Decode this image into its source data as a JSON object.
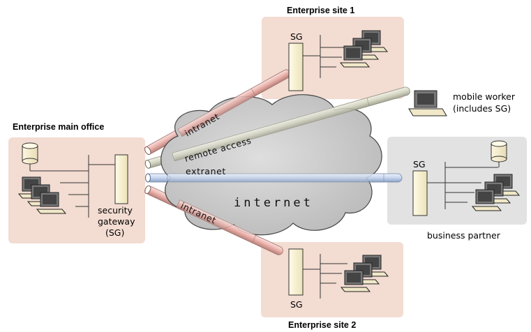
{
  "sites": {
    "main_office": {
      "title": "Enterprise main office",
      "gateway_lines": [
        "security",
        "gateway",
        "(SG)"
      ]
    },
    "site1": {
      "title": "Enterprise site 1",
      "sg": "SG"
    },
    "site2": {
      "title": "Enterprise site 2",
      "sg": "SG"
    },
    "mobile": {
      "lines": [
        "mobile worker",
        "(includes SG)"
      ]
    },
    "partner": {
      "title": "business partner",
      "sg": "SG"
    }
  },
  "cloud": {
    "label": "internet"
  },
  "tunnels": {
    "intranet_1": "intranet",
    "remote_access": "remote access",
    "extranet": "extranet",
    "intranet_2": "intranet"
  },
  "colors": {
    "enterprise_bg": "#f3dcd2",
    "partner_bg": "#e2e2e2",
    "cloud_fill": "#cfcfcf",
    "tube_intranet": "#e9b9b4",
    "tube_remote": "#d9d9c6",
    "tube_extranet": "#c9d7ea",
    "sg_fill": "#fbf7d8"
  }
}
